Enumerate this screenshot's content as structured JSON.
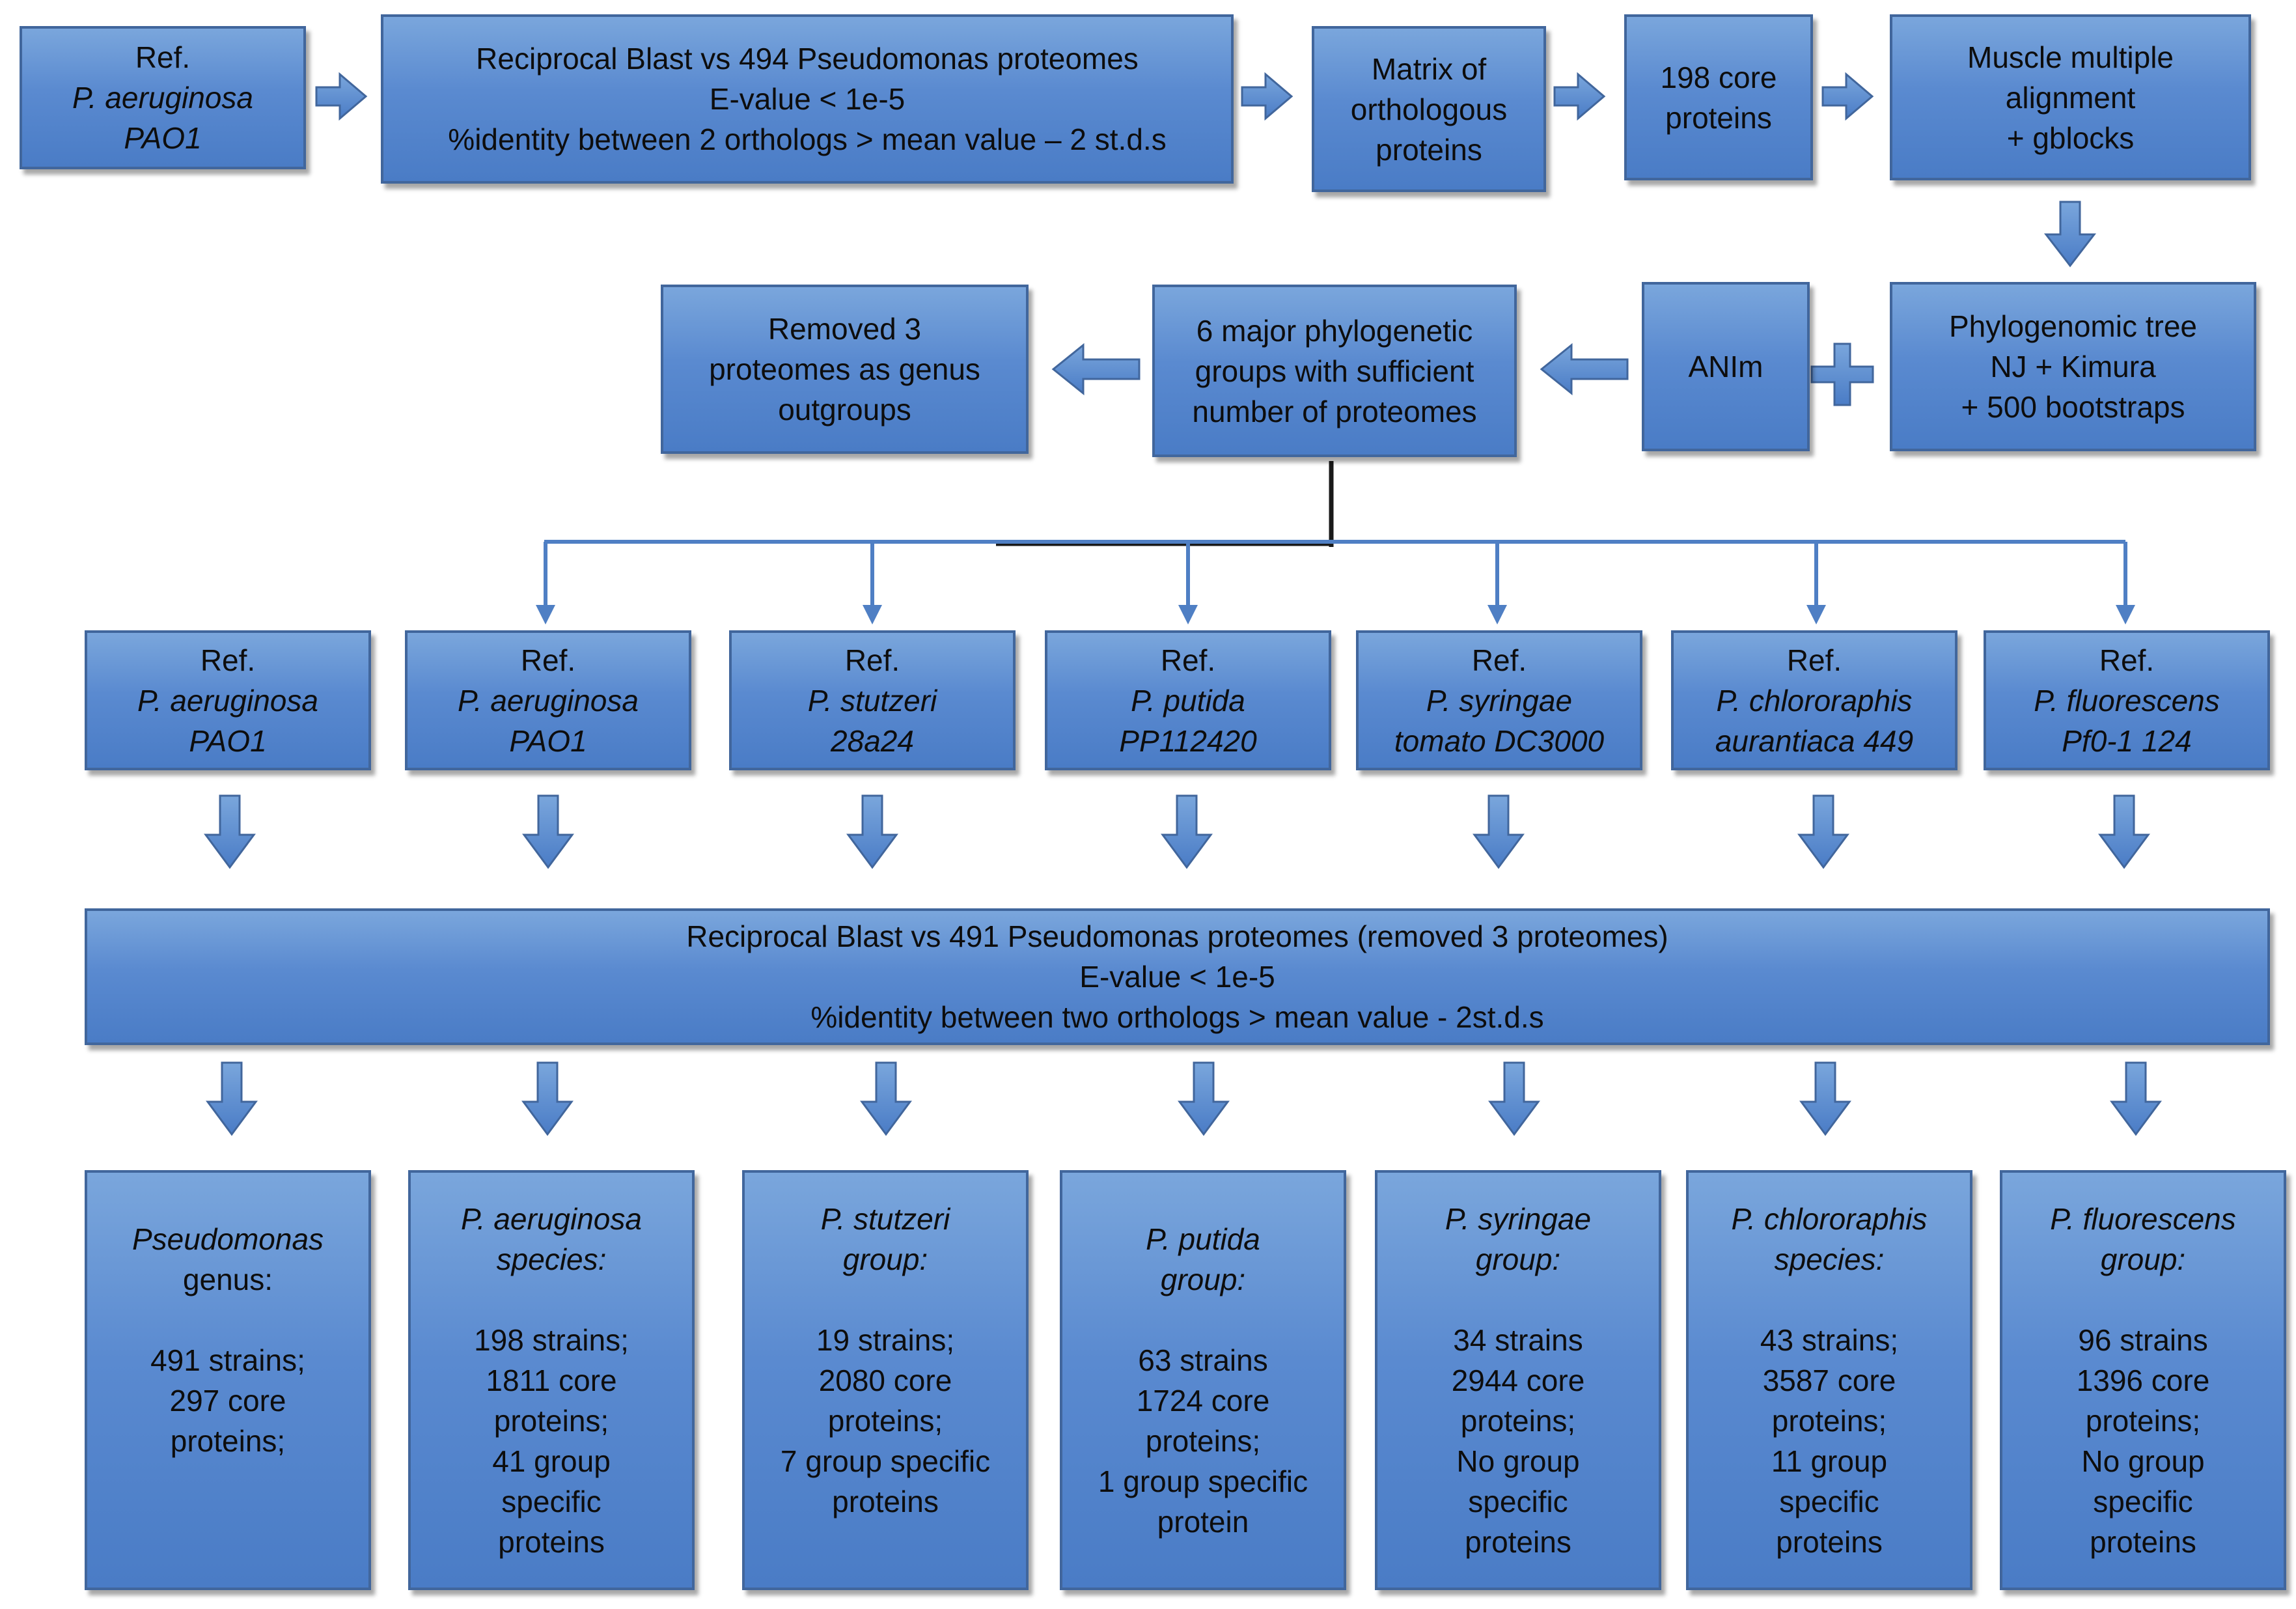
{
  "pipeline": {
    "ref_box": {
      "label": "Ref.",
      "species": "P. aeruginosa",
      "strain": "PAO1"
    },
    "blast_box": {
      "line1": "Reciprocal Blast vs 494 Pseudomonas proteomes",
      "line2": "E-value < 1e-5",
      "line3": "%identity  between 2 orthologs > mean value – 2 st.d.s"
    },
    "matrix_box": {
      "line1": "Matrix of",
      "line2": "orthologous",
      "line3": "proteins"
    },
    "core_box": {
      "line1": "198 core",
      "line2": "proteins"
    },
    "muscle_box": {
      "line1": "Muscle multiple",
      "line2": "alignment",
      "line3": "+ gblocks"
    },
    "tree_box": {
      "line1": "Phylogenomic tree",
      "line2": "NJ + Kimura",
      "line3": "+ 500 bootstraps"
    },
    "animl_box": {
      "label": "ANIm"
    },
    "groups_box": {
      "line1": "6 major phylogenetic",
      "line2": "groups with sufficient",
      "line3": "number of proteomes"
    },
    "removed_box": {
      "line1": "Removed 3",
      "line2": "proteomes as genus",
      "line3": "outgroups"
    }
  },
  "references": [
    {
      "label": "Ref.",
      "species": "P. aeruginosa",
      "strain": "PAO1"
    },
    {
      "label": "Ref.",
      "species": "P. aeruginosa",
      "strain": "PAO1"
    },
    {
      "label": "Ref.",
      "species": "P. stutzeri",
      "strain": "28a24"
    },
    {
      "label": "Ref.",
      "species": "P. putida",
      "strain": "PP112420"
    },
    {
      "label": "Ref.",
      "species": "P. syringae",
      "strain": "tomato DC3000"
    },
    {
      "label": "Ref.",
      "species": "P. chlororaphis",
      "strain": "aurantiaca 449"
    },
    {
      "label": "Ref.",
      "species": "P. fluorescens",
      "strain": "Pf0-1 124"
    }
  ],
  "blast2_box": {
    "line1": "Reciprocal Blast vs 491 Pseudomonas proteomes (removed 3 proteomes)",
    "line2": "E-value < 1e-5",
    "line3": "%identity between two orthologs > mean value - 2st.d.s"
  },
  "results": [
    {
      "title_italic": "Pseudomonas",
      "title_rest": "genus:",
      "lines": [
        "491 strains;",
        "297 core",
        "proteins;"
      ]
    },
    {
      "title_italic": "P. aeruginosa",
      "title_rest": "species:",
      "lines": [
        "198 strains;",
        "1811 core",
        "proteins;",
        "41 group",
        "specific",
        "proteins"
      ]
    },
    {
      "title_italic": "P. stutzeri",
      "title_rest": "group:",
      "lines": [
        "19 strains;",
        "2080 core",
        "proteins;",
        "7 group specific",
        "proteins"
      ]
    },
    {
      "title_italic": "P. putida",
      "title_rest": "group:",
      "lines": [
        "63 strains",
        "1724 core",
        "proteins;",
        "1 group specific",
        "protein"
      ]
    },
    {
      "title_italic": "P. syringae",
      "title_rest": "group:",
      "lines": [
        "34 strains",
        "2944 core",
        "proteins;",
        "No group",
        "specific",
        "proteins"
      ]
    },
    {
      "title_italic": "P. chlororaphis",
      "title_rest": "species:",
      "lines": [
        "43 strains;",
        "3587 core",
        "proteins;",
        "11 group",
        "specific",
        "proteins"
      ]
    },
    {
      "title_italic": "P. fluorescens",
      "title_rest": "group:",
      "lines": [
        "96 strains",
        "1396 core",
        "proteins;",
        "No group",
        "specific",
        "proteins"
      ]
    }
  ],
  "colors": {
    "box_fill_top": "#7aa6dc",
    "box_fill_bottom": "#4a7cc6",
    "box_border": "#41669c",
    "tree_line": "#1a1a1a"
  }
}
